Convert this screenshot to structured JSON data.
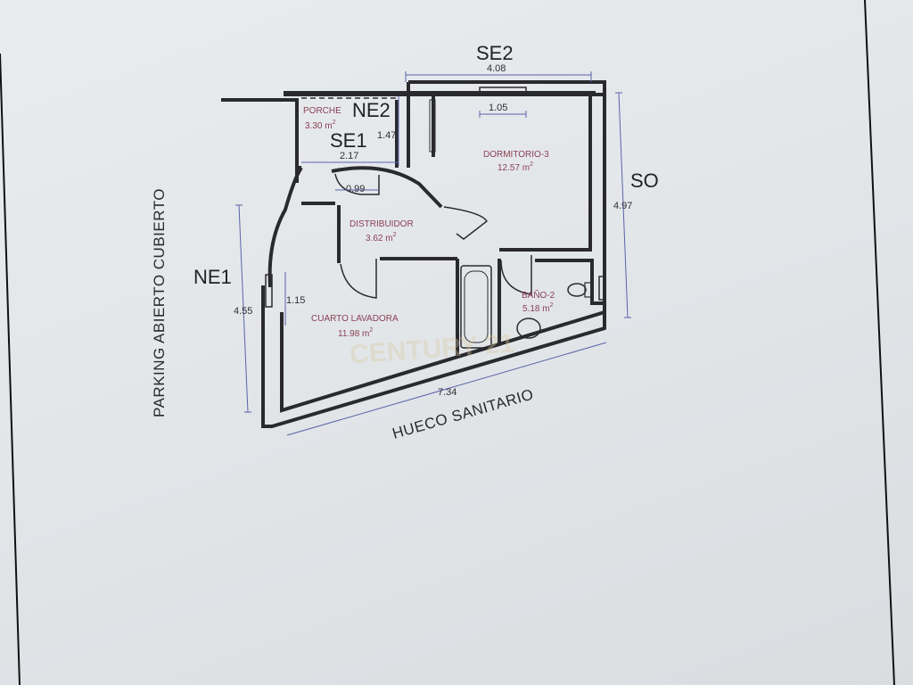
{
  "labels": {
    "se2": "SE2",
    "so": "SO",
    "ne1": "NE1",
    "ne2": "NE2",
    "se1": "SE1",
    "parking": "PARKING ABIERTO CUBIERTO",
    "hueco": "HUECO SANITARIO",
    "watermark": "CENTURY 21"
  },
  "rooms": {
    "porche": {
      "name": "PORCHE",
      "area": "3.30 m",
      "sup": "2"
    },
    "dormitorio": {
      "name": "DORMITORIO-3",
      "area": "12.57 m",
      "sup": "2"
    },
    "distribuidor": {
      "name": "DISTRIBUIDOR",
      "area": "3.62 m",
      "sup": "2"
    },
    "lavadora": {
      "name": "CUARTO LAVADORA",
      "area": "11.98 m",
      "sup": "2"
    },
    "bano": {
      "name": "BAÑO-2",
      "area": "5.18 m",
      "sup": "2"
    }
  },
  "dimensions": {
    "top_width": "4.08",
    "window_top": "1.05",
    "porche_width": "2.17",
    "porche_height": "1.47",
    "distrib_door": "0.99",
    "right_height": "4.97",
    "left_height": "4.55",
    "window_left": "1.15",
    "bottom_width": "7.34"
  },
  "colors": {
    "wall": "#2a2a2e",
    "dimension": "#5a62a8",
    "room_text": "#8a3f52"
  }
}
